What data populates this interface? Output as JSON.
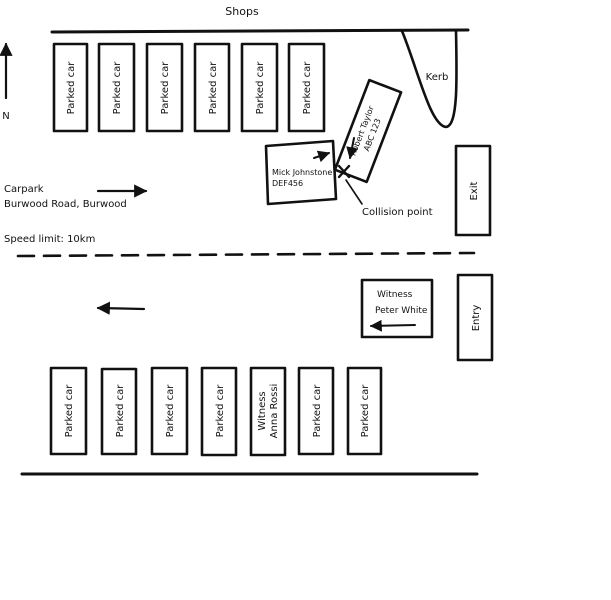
{
  "labels": {
    "shops": "Shops",
    "north": "N",
    "kerb": "Kerb",
    "carpark_line1": "Carpark",
    "carpark_line2": "Burwood Road, Burwood",
    "speed_limit": "Speed limit: 10km",
    "collision_point": "Collision point",
    "exit": "Exit",
    "entry": "Entry"
  },
  "top_row": [
    "Parked car",
    "Parked car",
    "Parked car",
    "Parked car",
    "Parked car",
    "Parked car"
  ],
  "bottom_row": [
    {
      "line1": "Parked car",
      "line2": ""
    },
    {
      "line1": "Parked car",
      "line2": ""
    },
    {
      "line1": "Parked car",
      "line2": ""
    },
    {
      "line1": "Parked car",
      "line2": ""
    },
    {
      "line1": "Witness",
      "line2": "Anna Rossi"
    },
    {
      "line1": "Parked car",
      "line2": ""
    },
    {
      "line1": "Parked car",
      "line2": ""
    }
  ],
  "vehicles": {
    "mick": {
      "name": "Mick Johnstone",
      "plate": "DEF456"
    },
    "robert": {
      "name": "Robert Taylor",
      "plate": "ABC 123"
    },
    "witness_peter": {
      "line1": "Witness",
      "line2": "Peter White"
    }
  }
}
